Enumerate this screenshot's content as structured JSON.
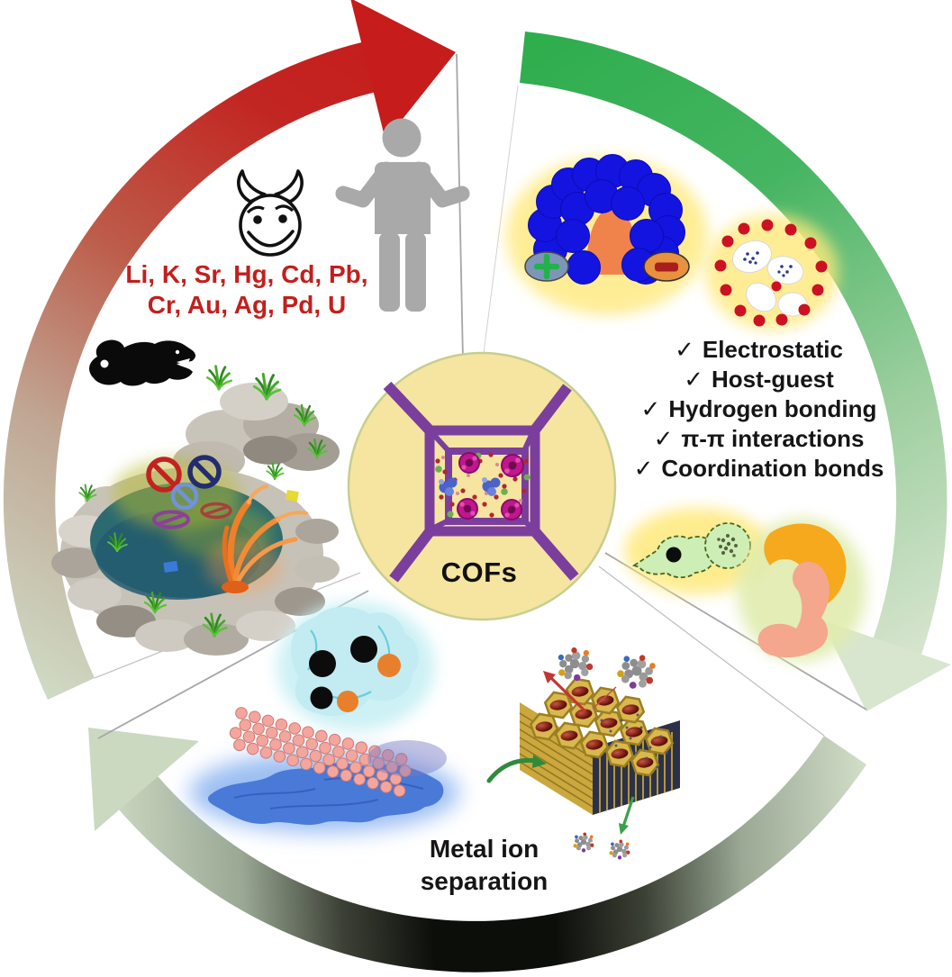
{
  "center": {
    "label": "COFs"
  },
  "pollution_sector": {
    "ions_line1": "Li, K, Sr, Hg, Cd, Pb,",
    "ions_line2": "Cr, Au, Ag, Pd, U"
  },
  "interactions_sector": {
    "check": "✓",
    "items": [
      "Electrostatic",
      "Host-guest",
      "Hydrogen bonding",
      "π-π interactions",
      "Coordination bonds"
    ]
  },
  "separation_sector": {
    "label_line1": "Metal ion",
    "label_line2": "separation"
  },
  "icons": {
    "check_icon": "✓",
    "devil_face_icon": "devil-smiley-face",
    "person_icon": "person-shrugging",
    "crocodile_icon": "crocodile-silhouette",
    "pond_icon": "polluted-pond",
    "electrostatic_icon": "plus-minus-attraction",
    "hydrated_ion_icon": "hydrated-ion-cluster",
    "host_guest_icon": "host-guest-cells",
    "lock_key_icon": "lock-and-key-fit",
    "membrane_icon": "membrane-ion-separation",
    "honeycomb_icon": "cof-honeycomb-capture"
  },
  "colors": {
    "arrow_red": "#c41d1d",
    "arrow_green": "#2fad4d",
    "arrow_pale": "#d5e3cb",
    "arrow_dark": "#0c0e0a",
    "center_fill": "#f6e4a1",
    "frame_purple": "#7a3f9d",
    "ion_text_red": "#c1201d",
    "text_black": "#151515"
  }
}
